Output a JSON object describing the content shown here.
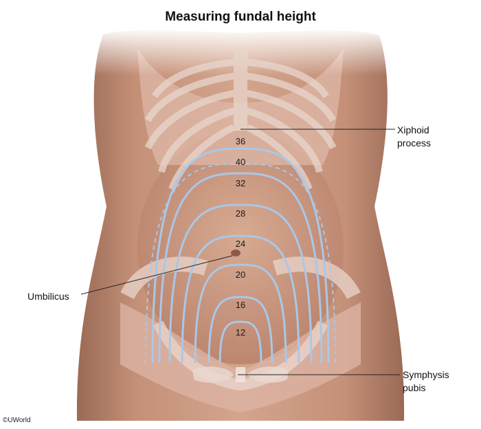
{
  "title": "Measuring fundal height",
  "labels": {
    "xiphoid": [
      "Xiphoid",
      "process"
    ],
    "umbilicus": "Umbilicus",
    "symphysis": [
      "Symphysis",
      "pubis"
    ]
  },
  "fundal_week_labels": [
    "12",
    "16",
    "20",
    "24",
    "28",
    "32",
    "36",
    "40"
  ],
  "copyright": "©UWorld",
  "colors": {
    "skin": "#c9967e",
    "skin_shadow": "#a87560",
    "bone": "#e6cfc6",
    "curve": "#a9c8e8",
    "leader_line": "#222222"
  }
}
